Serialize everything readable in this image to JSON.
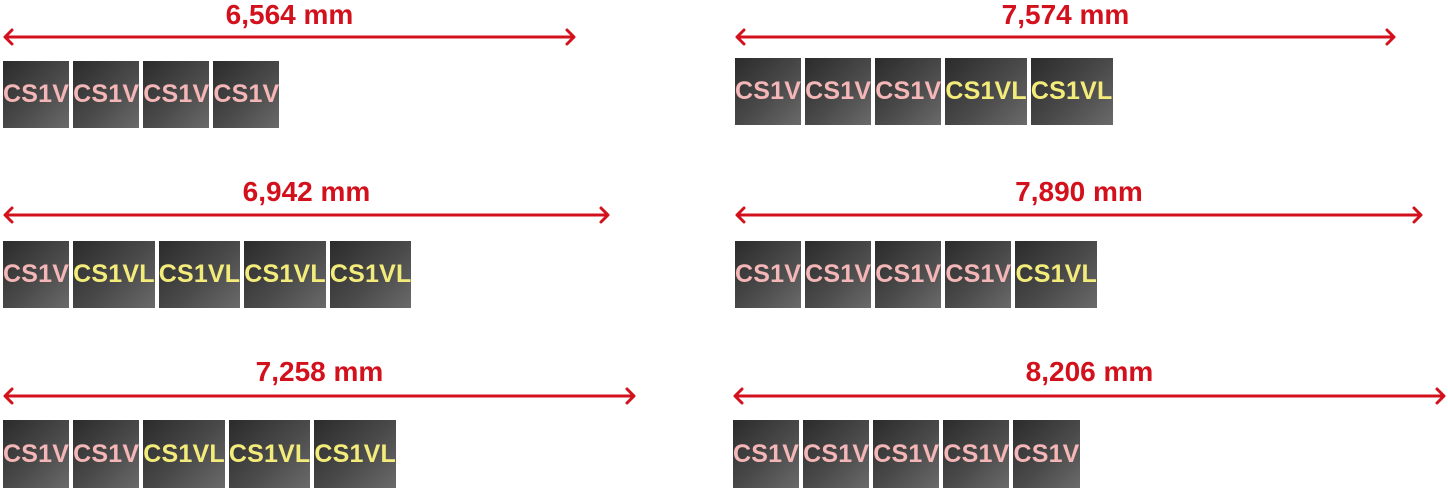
{
  "configs": [
    {
      "dimension": "6,564 mm",
      "modules": [
        "CS1V",
        "CS1V",
        "CS1V",
        "CS1V"
      ]
    },
    {
      "dimension": "7,574 mm",
      "modules": [
        "CS1V",
        "CS1V",
        "CS1V",
        "CS1VL",
        "CS1VL"
      ]
    },
    {
      "dimension": "6,942 mm",
      "modules": [
        "CS1V",
        "CS1VL",
        "CS1VL",
        "CS1VL",
        "CS1VL"
      ]
    },
    {
      "dimension": "7,890 mm",
      "modules": [
        "CS1V",
        "CS1V",
        "CS1V",
        "CS1V",
        "CS1VL"
      ]
    },
    {
      "dimension": "7,258 mm",
      "modules": [
        "CS1V",
        "CS1V",
        "CS1VL",
        "CS1VL",
        "CS1VL"
      ]
    },
    {
      "dimension": "8,206 mm",
      "modules": [
        "CS1V",
        "CS1V",
        "CS1V",
        "CS1V",
        "CS1V"
      ]
    }
  ],
  "colors": {
    "dimension_red": "#d3111d",
    "cs1v_text": "#f4b6b6",
    "cs1vl_text": "#f4ec7a",
    "module_dark": "#2b2b2b",
    "module_light": "#6a6a6a"
  }
}
